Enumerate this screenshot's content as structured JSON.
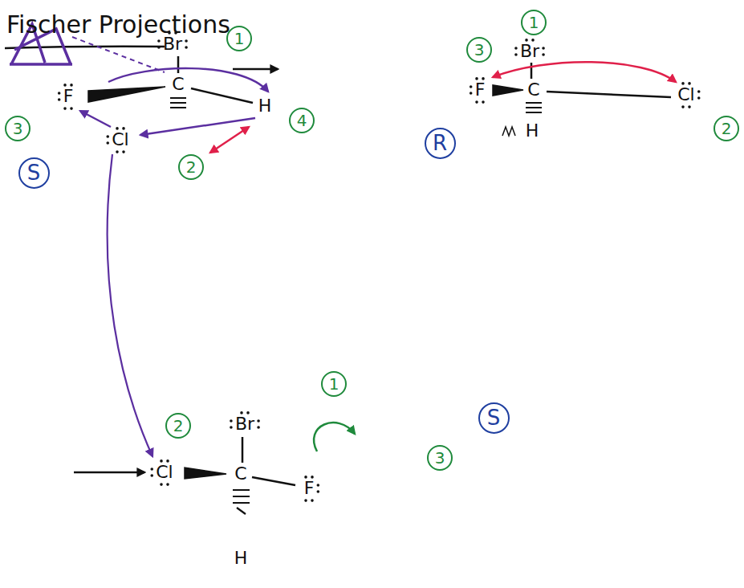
{
  "diagram": {
    "title": "Fischer Projections",
    "nodes": [
      {
        "text": [
          "1"
        ]
      },
      {
        "text": [
          "1"
        ]
      },
      {
        "text": [
          "3"
        ]
      },
      {
        "text": [
          "4"
        ]
      },
      {
        "text": [
          "2"
        ]
      },
      {
        "text": [
          "3"
        ]
      },
      {
        "text": [
          "R"
        ]
      },
      {
        "text": [
          "2"
        ]
      },
      {
        "text": [
          "S"
        ]
      },
      {
        "text": [
          "1"
        ]
      },
      {
        "text": [
          "S"
        ]
      },
      {
        "text": [
          "2"
        ]
      },
      {
        "text": [
          "3"
        ]
      }
    ],
    "labels": [
      "Br",
      "F",
      "C",
      "H",
      "Cl",
      "Br",
      "F",
      "C",
      "Cl",
      "H",
      "Br",
      "Cl",
      "C",
      "F",
      "H"
    ]
  }
}
